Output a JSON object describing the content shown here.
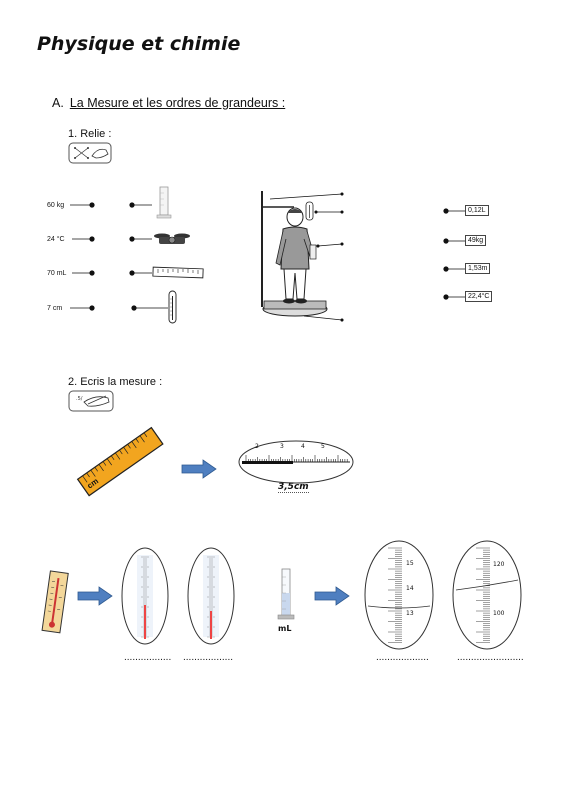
{
  "title": "Physique et chimie",
  "section": {
    "letter": "A.",
    "heading": "La Mesure et les ordres de grandeurs :"
  },
  "q1": {
    "label": "1. Relie :",
    "left_values": [
      "60 kg",
      "24 °C",
      "70 mL",
      "7 cm"
    ],
    "right_values": [
      "0,12L",
      "49kg",
      "1,53m",
      "22,4°C"
    ]
  },
  "q2": {
    "label": "2. Ecris la mesure :",
    "ruler_example": {
      "ticks": [
        "2",
        "3",
        "4",
        "5"
      ],
      "unit": "cm",
      "answer": "3,5cm"
    },
    "cylinder_unit": "mL",
    "scale_a": [
      "15",
      "14",
      "13"
    ],
    "scale_b": [
      "120",
      "100"
    ],
    "answer_blanks": [
      ".................",
      "..................",
      "...................",
      "........................"
    ]
  }
}
